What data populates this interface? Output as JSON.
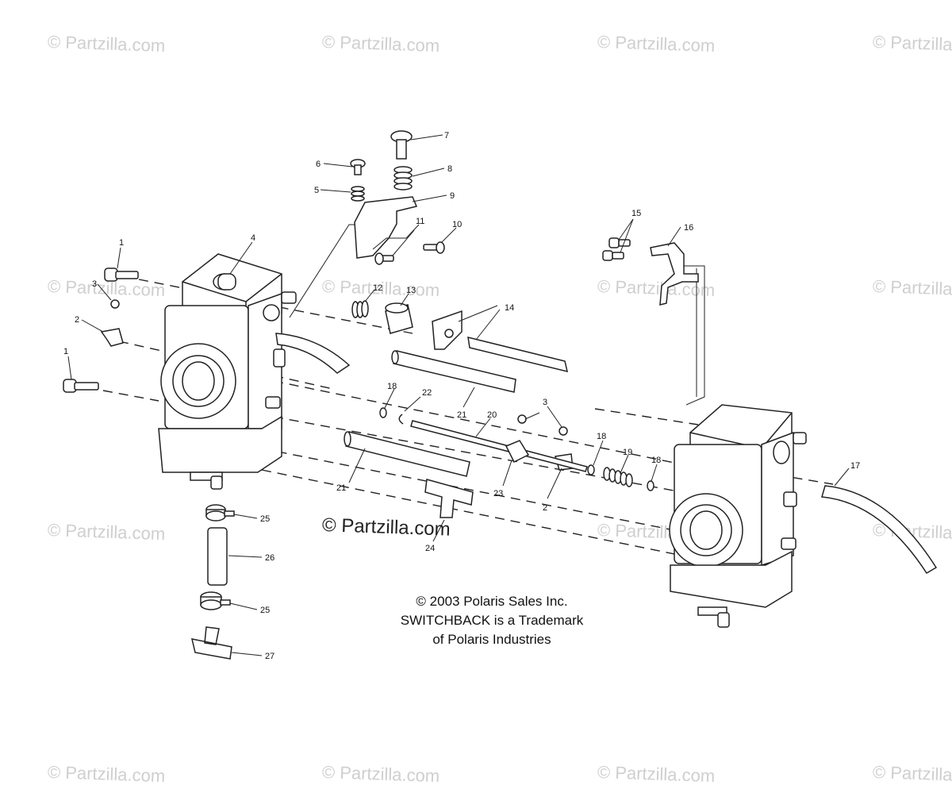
{
  "watermark_text": "© Partzilla.com",
  "center_watermark": "© Partzilla.com",
  "caption": {
    "copyright": "© 2003 Polaris Sales Inc.",
    "trademark_line1": "SWITCHBACK is a Trademark",
    "trademark_line2": "of Polaris Industries"
  },
  "callouts": {
    "c1a": "1",
    "c1b": "1",
    "c2a": "2",
    "c2b": "2",
    "c3a": "3",
    "c3b": "3",
    "c4": "4",
    "c5": "5",
    "c6": "6",
    "c7": "7",
    "c8": "8",
    "c9": "9",
    "c10": "10",
    "c11": "11",
    "c12": "12",
    "c13": "13",
    "c14": "14",
    "c15": "15",
    "c16": "16",
    "c17": "17",
    "c18a": "18",
    "c18b": "18",
    "c18c": "18",
    "c19": "19",
    "c20": "20",
    "c21a": "21",
    "c21b": "21",
    "c22": "22",
    "c23": "23",
    "c24": "24",
    "c25a": "25",
    "c25b": "25",
    "c26": "26",
    "c27": "27"
  },
  "colors": {
    "line": "#222222",
    "watermark": "#cfcfcf",
    "background": "#ffffff"
  }
}
